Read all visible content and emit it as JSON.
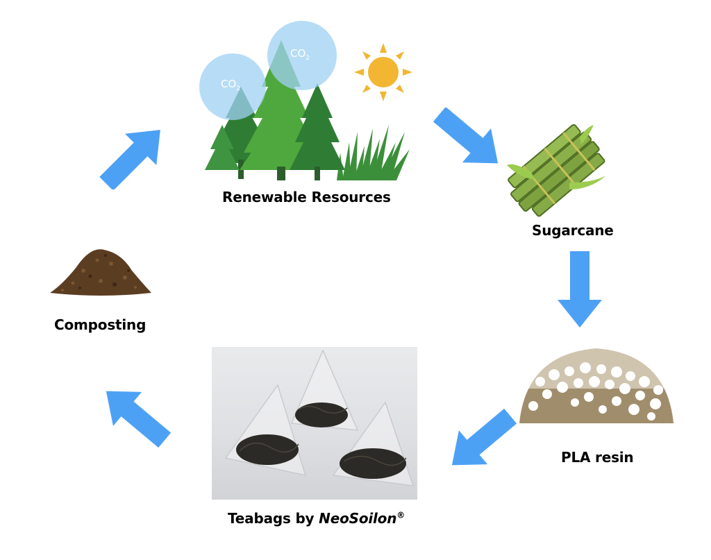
{
  "labels": {
    "renewable": "Renewable Resources",
    "sugarcane": "Sugarcane",
    "pla": "PLA resin",
    "teabags_prefix": "Teabags by ",
    "teabags_brand": "NeoSoilon",
    "teabags_reg": "®",
    "composting": "Composting"
  },
  "co2": {
    "left": "CO",
    "right": "CO",
    "sub": "2"
  },
  "icons": [
    "arrow-icon",
    "sun-icon",
    "tree-icon",
    "co2-bubble",
    "sugarcane-icon",
    "pla-resin-pile",
    "teabag-photo",
    "soil-pile"
  ],
  "colors": {
    "arrow": "#4da1f5",
    "co2_bubble": "#9fd0f3",
    "tree_dark": "#2e7d32",
    "tree_mid": "#43a047",
    "sun": "#f2b632"
  }
}
